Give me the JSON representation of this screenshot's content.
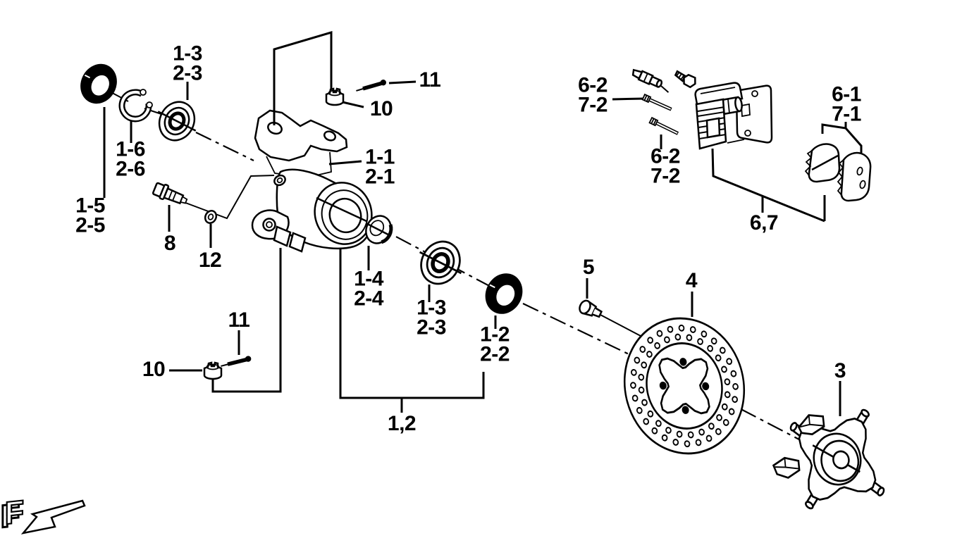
{
  "figure": {
    "kind": "exploded-parts-diagram",
    "background_color": "#ffffff",
    "ink_color": "#000000"
  },
  "labels": {
    "bearing_upper": "1-3\n2-3",
    "circlip": "1-6\n2-6",
    "seal_upper": "1-5\n2-5",
    "bolt8": "8",
    "washer12": "12",
    "cotter_pin_upper": "11",
    "castle_nut_upper": "10",
    "knuckle": "1-1\n2-1",
    "cotter_pin_lower": "11",
    "castle_nut_lower": "10",
    "collar": "1-4\n2-4",
    "bearing_inner": "1-3\n2-3",
    "seal_inner": "1-2\n2-2",
    "knuckle_assembly": "1,2",
    "disc_bolt": "5",
    "brake_disc": "4",
    "hub": "3",
    "pad_pin_upper": "6-2\n7-2",
    "pad_pin_lower": "6-2\n7-2",
    "brake_pads": "6-1\n7-1",
    "caliper_assembly": "6,7",
    "direction": "F"
  }
}
